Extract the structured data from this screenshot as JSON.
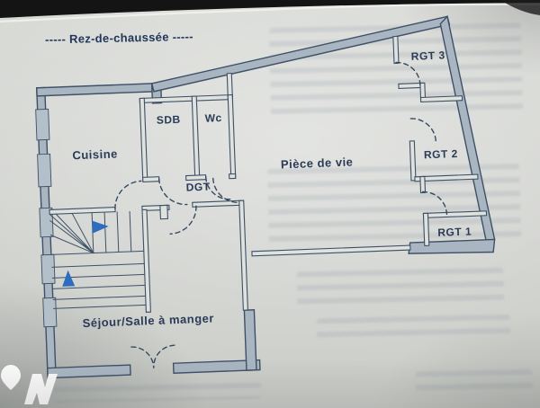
{
  "page": {
    "title": "----- Rez-de-chaussée -----",
    "kind": "scanned ground-floor architectural plan"
  },
  "floor_plan": {
    "rooms": [
      {
        "id": "cuisine",
        "label": "Cuisine"
      },
      {
        "id": "sdb",
        "label": "SDB"
      },
      {
        "id": "wc",
        "label": "Wc"
      },
      {
        "id": "dgt",
        "label": "DGT"
      },
      {
        "id": "piece_de_vie",
        "label": "Pièce de vie"
      },
      {
        "id": "rgt3",
        "label": "RGT 3"
      },
      {
        "id": "rgt2",
        "label": "RGT 2"
      },
      {
        "id": "rgt1",
        "label": "RGT 1"
      },
      {
        "id": "sejour",
        "label": "Séjour/Salle à manger"
      }
    ],
    "staircase": {
      "direction_arrows": [
        "right",
        "up"
      ]
    },
    "features": {
      "windows_on_left_wall": 5,
      "door_swing_arcs": 10,
      "french_double_door": 1
    },
    "colors": {
      "wall_outline": "#3e5066",
      "wall_fill": "#a9b6c2",
      "label_text": "#2a3b57",
      "stair_arrow_blue": "#2e6cc0",
      "paper": "#d6d8d4"
    }
  },
  "watermark": {
    "icon": "w-logo-icon"
  }
}
